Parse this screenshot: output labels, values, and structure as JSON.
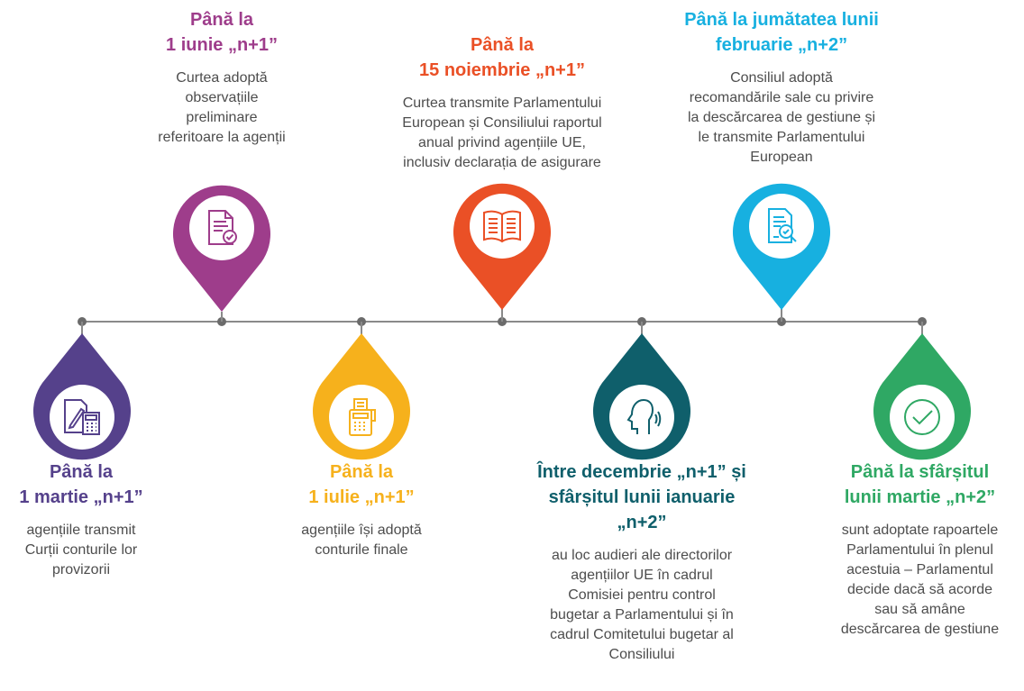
{
  "colors": {
    "purple": "#55418b",
    "magenta": "#9e3d8b",
    "yellow": "#f6b11c",
    "red": "#ea5026",
    "teal": "#0f5f6b",
    "cyan": "#17b0e0",
    "green": "#2fa864",
    "line": "#8a8a8a"
  },
  "milestones": [
    {
      "heading_lines": [
        "Până la",
        "1 martie „n+1”"
      ],
      "desc_lines": [
        "agențiile transmit",
        "Curții conturile lor",
        "provizorii"
      ],
      "icon": "calculator-document-icon"
    },
    {
      "heading_lines": [
        "Până la",
        "1 iunie „n+1”"
      ],
      "desc_lines": [
        "Curtea adoptă",
        "observațiile",
        "preliminare",
        "referitoare la agenții"
      ],
      "icon": "document-check-icon"
    },
    {
      "heading_lines": [
        "Până la",
        "1 iulie „n+1”"
      ],
      "desc_lines": [
        "agențiile își adoptă",
        "conturile finale"
      ],
      "icon": "adding-machine-icon"
    },
    {
      "heading_lines": [
        "Până la",
        "15 noiembrie „n+1”"
      ],
      "desc_lines": [
        "Curtea transmite Parlamentului",
        "European și Consiliului raportul",
        "anual privind agențiile UE,",
        "inclusiv declarația de asigurare"
      ],
      "icon": "open-book-icon"
    },
    {
      "heading_lines": [
        "Între decembrie „n+1” și",
        "sfârșitul lunii ianuarie",
        "„n+2”"
      ],
      "desc_lines": [
        "au loc audieri ale directorilor",
        "agențiilor UE în cadrul",
        "Comisiei pentru control",
        "bugetar a Parlamentului și în",
        "cadrul Comitetului bugetar al",
        "Consiliului"
      ],
      "icon": "speaking-head-icon"
    },
    {
      "heading_lines": [
        "Până la jumătatea lunii",
        "februarie „n+2”"
      ],
      "desc_lines": [
        "Consiliul adoptă",
        "recomandările sale cu privire",
        "la descărcarea de gestiune și",
        "le transmite Parlamentului",
        "European"
      ],
      "icon": "document-search-icon"
    },
    {
      "heading_lines": [
        "Până la sfârșitul",
        "lunii martie „n+2”"
      ],
      "desc_lines": [
        "sunt adoptate rapoartele",
        "Parlamentului în plenul",
        "acestuia – Parlamentul",
        "decide dacă să acorde",
        "sau să amâne",
        "descărcarea de gestiune"
      ],
      "icon": "check-circle-icon"
    }
  ]
}
